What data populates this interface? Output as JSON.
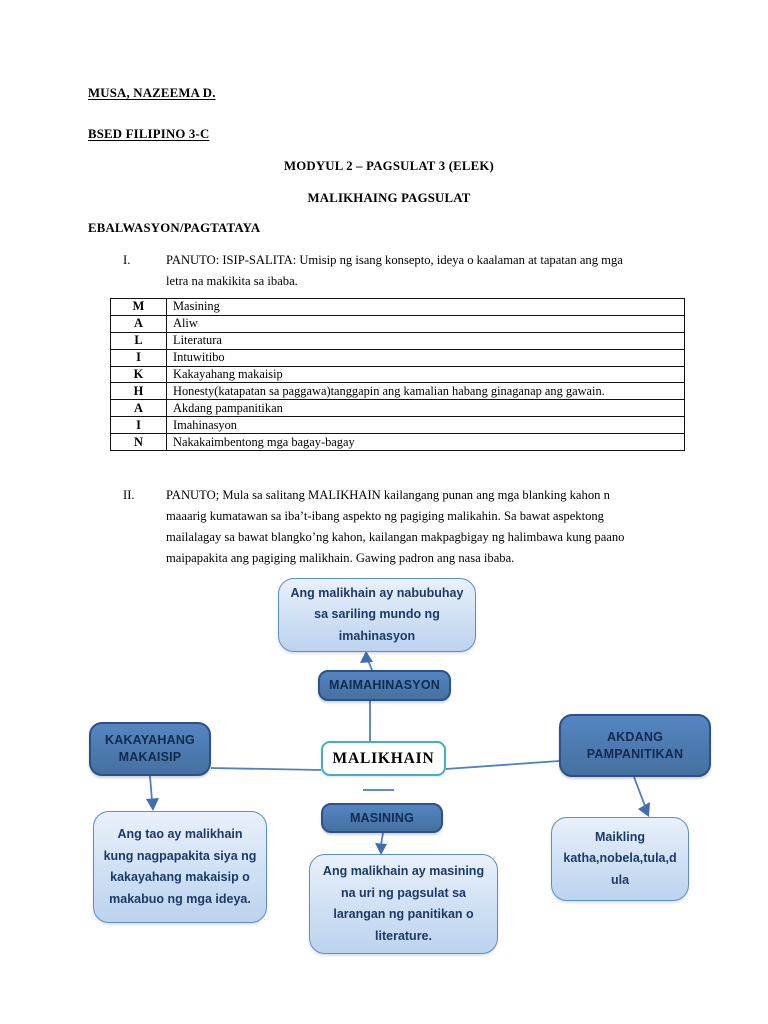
{
  "colors": {
    "node_fill": "#4d7cb8",
    "node_border": "#2d5186",
    "node_text": "#13294e",
    "panel_fill_top": "#e9f1fb",
    "panel_fill_bottom": "#bcd3ee",
    "panel_border": "#5b8fc9",
    "panel_text": "#1c3a66",
    "center_border_teal": "#44aec6",
    "connector_blue": "#4f81bd",
    "text": "#000000"
  },
  "header": {
    "student_name": "MUSA, NAZEEMA D.",
    "course_section": "BSED FILIPINO 3-C",
    "module_title": "MODYUL 2 – PAGSULAT 3 (ELEK)",
    "subject_title": "MALIKHAING PAGSULAT",
    "section_heading": "EBALWASYON/PAGTATAYA"
  },
  "part_one": {
    "numeral": "I.",
    "instructions": "PANUTO: ISIP-SALITA: Umisip ng isang konsepto, ideya o kaalaman at tapatan ang mga\nletra na makikita sa ibaba."
  },
  "acrostic": {
    "rows": [
      {
        "letter": "M",
        "word": "Masining"
      },
      {
        "letter": "A",
        "word": "Aliw"
      },
      {
        "letter": "L",
        "word": "Literatura"
      },
      {
        "letter": "I",
        "word": "Intuwitibo"
      },
      {
        "letter": "K",
        "word": "Kakayahang makaisip"
      },
      {
        "letter": "H",
        "word": "Honesty(katapatan sa paggawa)tanggapin ang kamalian habang ginaganap ang gawain."
      },
      {
        "letter": "A",
        "word": "Akdang pampanitikan"
      },
      {
        "letter": "I",
        "word": "Imahinasyon"
      },
      {
        "letter": "N",
        "word": "Nakakaimbentong mga bagay-bagay"
      }
    ]
  },
  "part_two": {
    "numeral": "II.",
    "instructions": "PANUTO; Mula sa salitang MALIKHAIN kailangang punan ang mga blanking kahon n\nmaaarig kumatawan sa iba’t-ibang aspekto ng pagiging malikahin. Sa bawat aspektong\nmailalagay sa bawat blangko’ng kahon, kailangan makpagbigay ng halimbawa kung paano\nmaipapakita ang pagiging malikhain. Gawing padron ang nasa ibaba."
  },
  "diagram": {
    "center_label": "MALIKHAIN",
    "maimahinasyon_label": "MAIMAHINASYON",
    "kakayahang_label": "KAKAYAHANG\nMAKAISIP",
    "akdang_label": "AKDANG\nPAMPANITIKAN",
    "masining_label": "MASINING",
    "top_example": "Ang malikhain ay nabubuhay\nsa sariling mundo ng\nimahinasyon",
    "left_example": "Ang tao ay malikhain\nkung nagpapakita siya ng\nkakayahang makaisip o\nmakabuo ng mga ideya.",
    "center_example": "Ang malikhain ay masining\nna uri ng pagsulat sa\nlarangan ng panitikan o\nliterature.",
    "right_example": "Maikling\nkatha,nobela,tula,d\nula"
  }
}
